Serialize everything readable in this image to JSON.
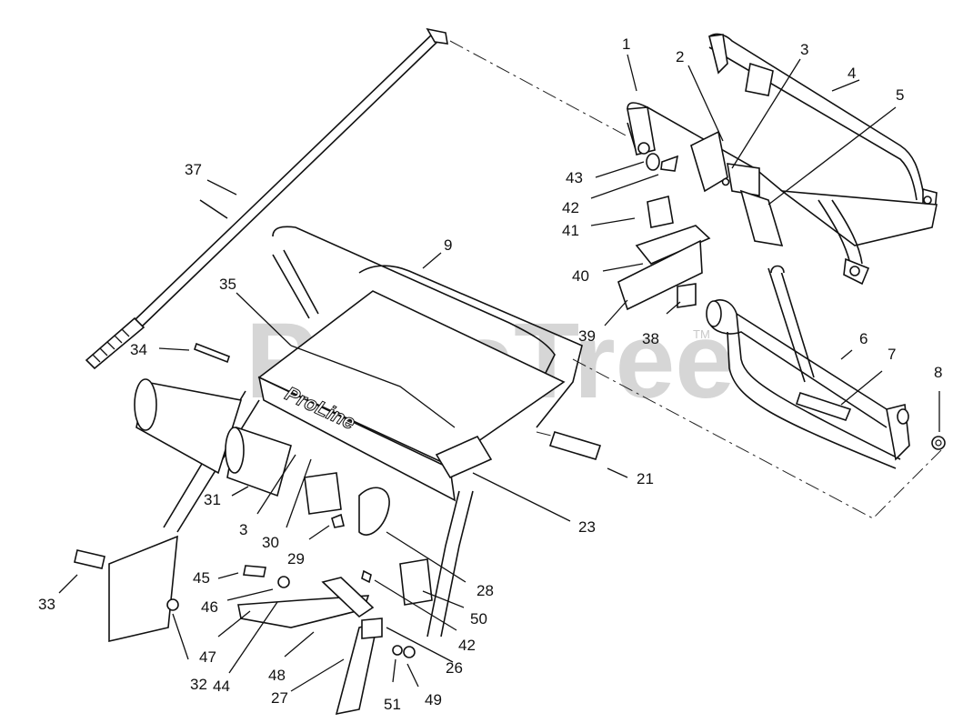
{
  "watermark": {
    "text": "PartsTree",
    "trademark": "TM"
  },
  "brand_decal": "ProLine",
  "callouts": [
    {
      "id": "c1",
      "label": "1"
    },
    {
      "id": "c2",
      "label": "2"
    },
    {
      "id": "c3a",
      "label": "3"
    },
    {
      "id": "c4",
      "label": "4"
    },
    {
      "id": "c5",
      "label": "5"
    },
    {
      "id": "c6",
      "label": "6"
    },
    {
      "id": "c7",
      "label": "7"
    },
    {
      "id": "c8",
      "label": "8"
    },
    {
      "id": "c9",
      "label": "9"
    },
    {
      "id": "c21",
      "label": "21"
    },
    {
      "id": "c23",
      "label": "23"
    },
    {
      "id": "c26",
      "label": "26"
    },
    {
      "id": "c27",
      "label": "27"
    },
    {
      "id": "c28",
      "label": "28"
    },
    {
      "id": "c29",
      "label": "29"
    },
    {
      "id": "c30",
      "label": "30"
    },
    {
      "id": "c31",
      "label": "31"
    },
    {
      "id": "c3b",
      "label": "3"
    },
    {
      "id": "c32",
      "label": "32"
    },
    {
      "id": "c33",
      "label": "33"
    },
    {
      "id": "c34",
      "label": "34"
    },
    {
      "id": "c35",
      "label": "35"
    },
    {
      "id": "c37",
      "label": "37"
    },
    {
      "id": "c38",
      "label": "38"
    },
    {
      "id": "c39",
      "label": "39"
    },
    {
      "id": "c40",
      "label": "40"
    },
    {
      "id": "c41",
      "label": "41"
    },
    {
      "id": "c42a",
      "label": "42"
    },
    {
      "id": "c43",
      "label": "43"
    },
    {
      "id": "c42b",
      "label": "42"
    },
    {
      "id": "c44",
      "label": "44"
    },
    {
      "id": "c45",
      "label": "45"
    },
    {
      "id": "c46",
      "label": "46"
    },
    {
      "id": "c47",
      "label": "47"
    },
    {
      "id": "c48",
      "label": "48"
    },
    {
      "id": "c49",
      "label": "49"
    },
    {
      "id": "c50",
      "label": "50"
    },
    {
      "id": "c51",
      "label": "51"
    }
  ]
}
